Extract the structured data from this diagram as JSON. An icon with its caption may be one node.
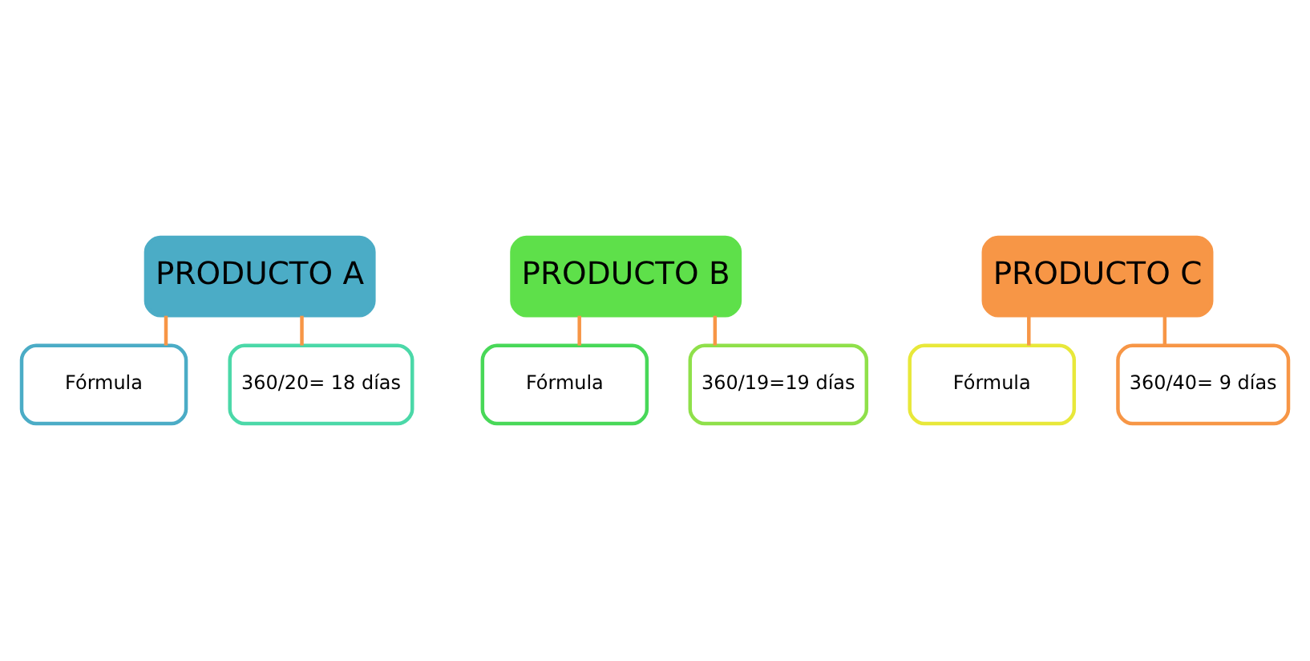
{
  "diagram": {
    "nodes": [
      {
        "text": [
          "PRODUCTO A"
        ]
      },
      {
        "text": [
          "Fórmula"
        ]
      },
      {
        "text": [
          "360/20= 18 días"
        ]
      },
      {
        "text": [
          "PRODUCTO B"
        ]
      },
      {
        "text": [
          "Fórmula"
        ]
      },
      {
        "text": [
          "360/19=19 días"
        ]
      },
      {
        "text": [
          "PRODUCTO C"
        ]
      },
      {
        "text": [
          "Fórmula"
        ]
      },
      {
        "text": [
          "360/40= 9 días"
        ]
      }
    ],
    "edges": [
      {
        "from": 0,
        "to": 1,
        "arrow": "none"
      },
      {
        "from": 0,
        "to": 2,
        "arrow": "none"
      },
      {
        "from": 3,
        "to": 4,
        "arrow": "none"
      },
      {
        "from": 3,
        "to": 5,
        "arrow": "none"
      },
      {
        "from": 6,
        "to": 7,
        "arrow": "none"
      },
      {
        "from": 6,
        "to": 8,
        "arrow": "none"
      }
    ]
  }
}
